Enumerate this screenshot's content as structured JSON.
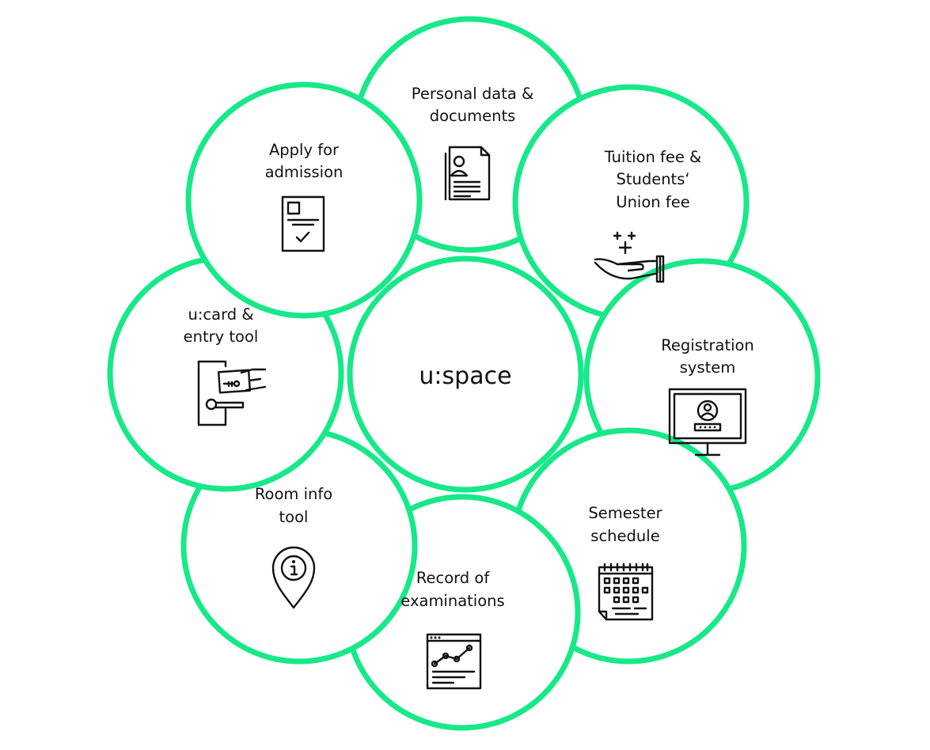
{
  "diagram": {
    "accent_color": "#17e889",
    "center": {
      "label": "u:space"
    },
    "bubbles": [
      {
        "id": "personal-data",
        "lines": [
          "Personal data &",
          "documents"
        ],
        "icon": "document-person-icon"
      },
      {
        "id": "tuition-fee",
        "lines": [
          "Tuition fee &",
          "Students‘",
          "Union fee"
        ],
        "icon": "hand-payment-icon"
      },
      {
        "id": "registration",
        "lines": [
          "Registration",
          "system"
        ],
        "icon": "monitor-login-icon"
      },
      {
        "id": "semester",
        "lines": [
          "Semester",
          "schedule"
        ],
        "icon": "calendar-icon"
      },
      {
        "id": "examinations",
        "lines": [
          "Record of",
          "examinations"
        ],
        "icon": "chart-window-icon"
      },
      {
        "id": "room-info",
        "lines": [
          "Room info",
          "tool"
        ],
        "icon": "info-pin-icon"
      },
      {
        "id": "ucard",
        "lines": [
          "u:card &",
          "entry tool"
        ],
        "icon": "card-door-icon"
      },
      {
        "id": "admission",
        "lines": [
          "Apply for",
          "admission"
        ],
        "icon": "form-check-icon"
      }
    ]
  }
}
